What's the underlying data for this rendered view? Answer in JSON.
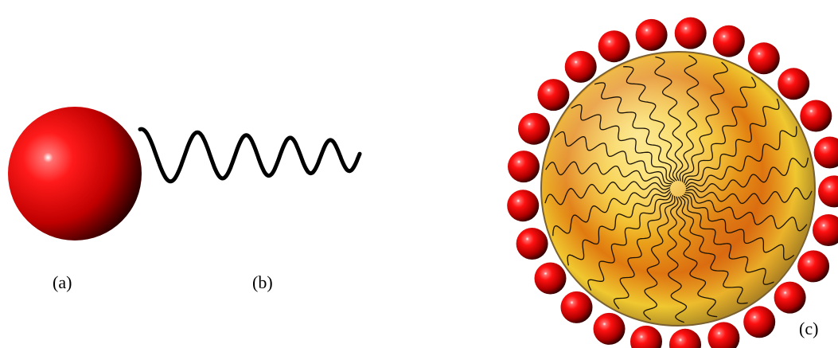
{
  "labels": {
    "a": "(a)",
    "b": "(b)",
    "c": "(c)"
  },
  "colors": {
    "head_red": "#e00000",
    "tail_black": "#000000",
    "core_yellow": "#f3c020",
    "core_orange": "#e07a10",
    "background": "#ffffff"
  },
  "micelle": {
    "head_count": 25
  }
}
